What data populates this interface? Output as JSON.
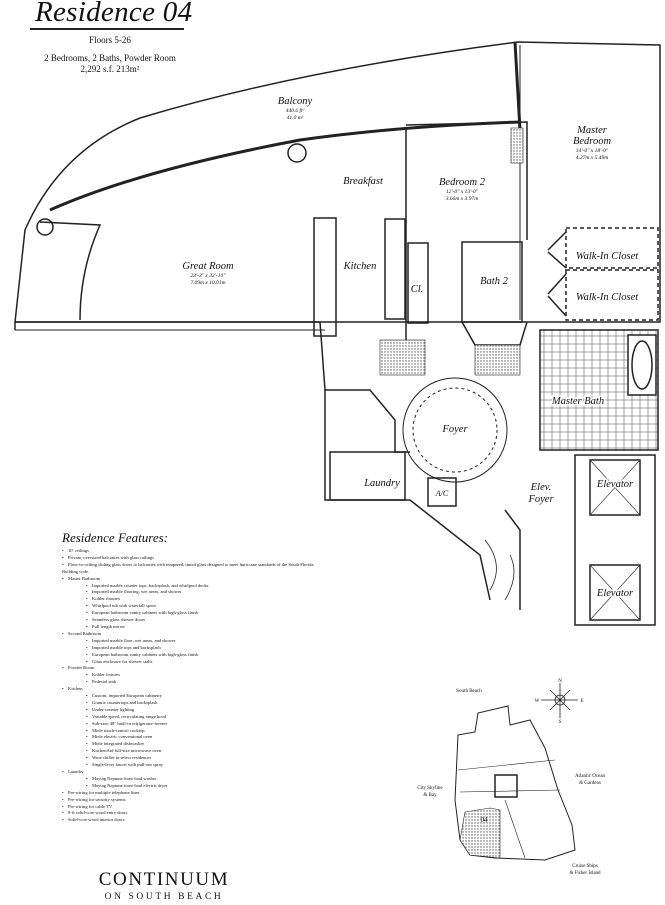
{
  "header": {
    "title": "Residence 04",
    "floors": "Floors 5-26",
    "rooms": "2 Bedrooms, 2 Baths, Powder Room",
    "area": "2,292 s.f. 213m²"
  },
  "plan": {
    "balcony": {
      "label": "Balcony",
      "area_ft": "440.6 ft²",
      "area_m": "41.0 m²"
    },
    "breakfast": {
      "label": "Breakfast"
    },
    "bedroom2": {
      "label": "Bedroom 2",
      "dim_ft": "12'-0\" x 13'-0\"",
      "dim_m": "3.66m x 3.97m"
    },
    "master_bedroom": {
      "label1": "Master",
      "label2": "Bedroom",
      "dim_ft": "14'-0\" x 18'-0\"",
      "dim_m": "4.27m x 5.49m"
    },
    "great_room": {
      "label": "Great Room",
      "dim_ft": "23'-3\" x 32'-10\"",
      "dim_m": "7.09m x 10.01m"
    },
    "kitchen": {
      "label": "Kitchen"
    },
    "closet": {
      "label": "Cl."
    },
    "bath2": {
      "label": "Bath 2"
    },
    "walk_in_closet_1": {
      "label": "Walk-In Closet"
    },
    "walk_in_closet_2": {
      "label": "Walk-In Closet"
    },
    "master_bath": {
      "label": "Master Bath"
    },
    "foyer": {
      "label": "Foyer"
    },
    "laundry": {
      "label": "Laundry"
    },
    "ac": {
      "label": "A/C"
    },
    "elev_foyer": {
      "label1": "Elev.",
      "label2": "Foyer"
    },
    "elevator_1": {
      "label": "Elevator"
    },
    "elevator_2": {
      "label": "Elevator"
    }
  },
  "features": {
    "heading": "Residence Features:",
    "items": [
      {
        "text": "10' ceilings"
      },
      {
        "text": "Private, oversized balconies with glass railings"
      },
      {
        "text": "Floor-to-ceiling sliding glass doors to balconies with tempered, tinted glass designed to meet hurricane standards of the South Florida Building code."
      },
      {
        "text": "Master Bathroom",
        "sub": [
          "Imported marble counter tops, backsplash, and whirlpool decks",
          "Imported marble flooring, wet areas, and shower",
          "Kohler fixtures",
          "Whirlpool tub with waterfall spout",
          "European bathroom vanity cabinets with high-gloss finish",
          "Seamless glass shower doors",
          "Full length mirror"
        ]
      },
      {
        "text": "Second Bathroom",
        "sub": [
          "Imported marble floor, wet areas, and shower",
          "Imported marble tops and backsplash",
          "European bathroom vanity cabinets with high-gloss finish",
          "Glass enclosure for shower stalls"
        ]
      },
      {
        "text": "Powder Room",
        "sub": [
          "Kohler fixtures",
          "Pedestal sink"
        ]
      },
      {
        "text": "Kitchen",
        "sub": [
          "Custom, imported European cabinetry",
          "Granite countertops and backsplash",
          "Under-counter lighting",
          "Variable speed, recirculating range hood",
          "Sub-zero 48\" built-in refrigerator-freezer",
          "Miele touch-control cooktop",
          "Miele electric conventional oven",
          "Miele integrated dishwasher",
          "KitchenAid full-size microwave oven",
          "Wine chiller in select residences",
          "Single-lever faucet with pull-out spray"
        ]
      },
      {
        "text": "Laundry",
        "sub": [
          "Maytag Neptune front-load washer",
          "Maytag Neptune front-load electric dryer"
        ]
      },
      {
        "text": "Pre-wiring for multiple telephone lines"
      },
      {
        "text": "Pre-wiring for security systems"
      },
      {
        "text": "Pre-wiring for cable TV"
      },
      {
        "text": "8-ft solid-core wood entry doors"
      },
      {
        "text": "Solid-core wood interior doors"
      }
    ]
  },
  "site_plan": {
    "north_label": "South Beach",
    "east_label1": "Atlantic Ocean",
    "east_label2": "& Gardens",
    "west_label1": "City Skyline",
    "west_label2": "& Bay",
    "south_label1": "Cruise Ships",
    "south_label2": "& Fisher Island",
    "unit_label": "04",
    "compass": {
      "n": "N",
      "s": "S",
      "e": "E",
      "w": "W"
    }
  },
  "brand": {
    "name": "CONTINUUM",
    "tagline": "ON SOUTH BEACH"
  }
}
